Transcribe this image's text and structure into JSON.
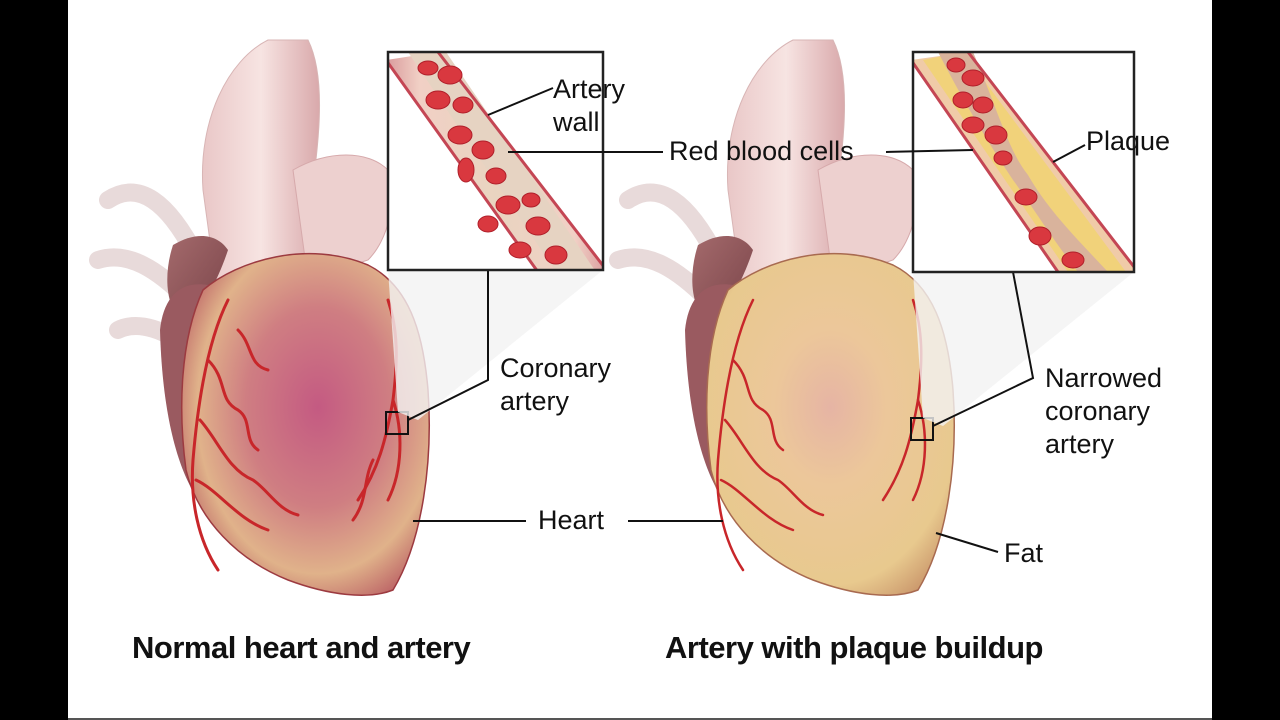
{
  "diagram": {
    "panels": [
      {
        "id": "normal",
        "caption": "Normal heart and artery",
        "inset_labels": {
          "artery_wall": [
            "Artery",
            "wall"
          ]
        },
        "callouts": {
          "coronary": [
            "Coronary",
            "artery"
          ]
        }
      },
      {
        "id": "plaque",
        "caption": "Artery with plaque buildup",
        "inset_labels": {
          "plaque": "Plaque"
        },
        "callouts": {
          "narrowed": [
            "Narrowed",
            "coronary",
            "artery"
          ],
          "fat": "Fat"
        }
      }
    ],
    "shared_labels": {
      "red_blood_cells": "Red blood cells",
      "heart": "Heart"
    },
    "colors": {
      "background": "#ffffff",
      "letterbox": "#000000",
      "heart_normal": "#c46a78",
      "heart_fatty": "#e8c98e",
      "artery": "#c8262a",
      "blood_cell": "#d9383f",
      "plaque": "#f1d27a",
      "leader_line": "#111111"
    }
  }
}
